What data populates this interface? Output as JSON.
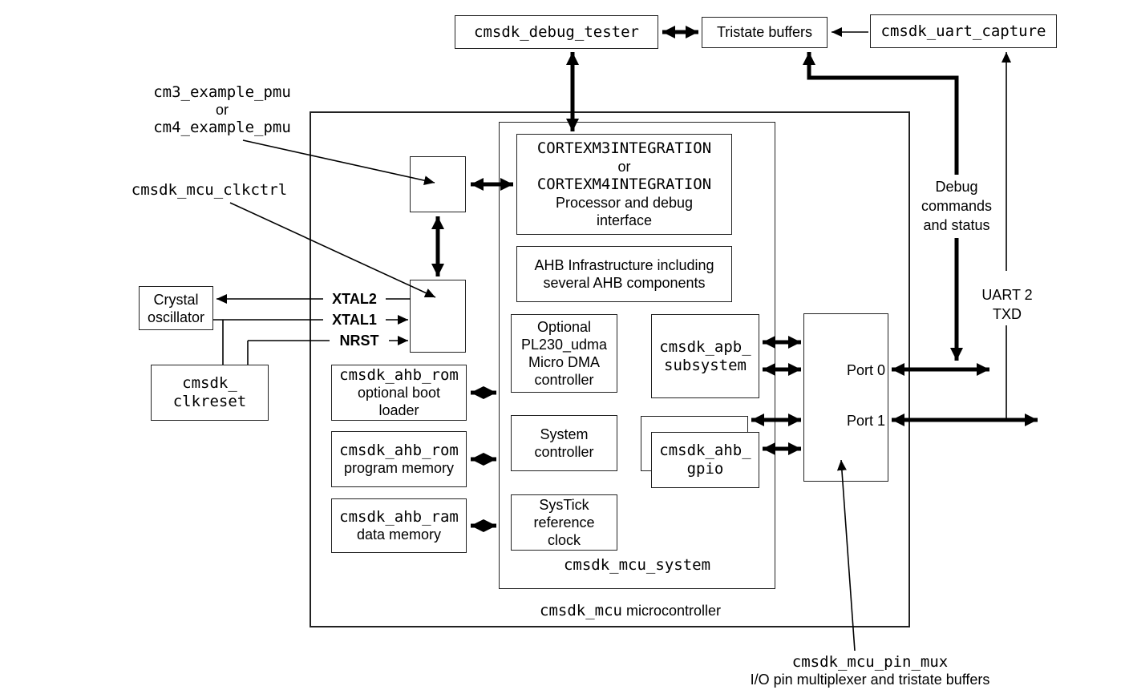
{
  "top": {
    "debug_tester": "cmsdk_debug_tester",
    "tristate": "Tristate buffers",
    "uart_capture": "cmsdk_uart_capture"
  },
  "labels": {
    "pmu": {
      "l1": "cm3_example_pmu",
      "l2": "or",
      "l3": "cm4_example_pmu"
    },
    "clkctrl": "cmsdk_mcu_clkctrl",
    "debug_cmd": {
      "l1": "Debug",
      "l2": "commands",
      "l3": "and status"
    },
    "uart": {
      "l1": "UART 2",
      "l2": "TXD"
    },
    "pinmux": {
      "name": "cmsdk_mcu_pin_mux",
      "desc": "I/O pin multiplexer and tristate buffers"
    },
    "signals": {
      "xtal2": "XTAL2",
      "xtal1": "XTAL1",
      "nrst": "NRST"
    }
  },
  "blocks": {
    "crystal": {
      "l1": "Crystal",
      "l2": "oscillator"
    },
    "clkreset": {
      "l1": "cmsdk_",
      "l2": "clkreset"
    },
    "cortex": {
      "l1": "CORTEXM3INTEGRATION",
      "l2": "or",
      "l3": "CORTEXM4INTEGRATION",
      "l4": "Processor and debug",
      "l5": "interface"
    },
    "ahb": {
      "l1": "AHB Infrastructure including",
      "l2": "several AHB components"
    },
    "rom_boot": {
      "l1": "cmsdk_ahb_rom",
      "l2": "optional boot",
      "l3": "loader"
    },
    "rom_prog": {
      "l1": "cmsdk_ahb_rom",
      "l2": "program memory"
    },
    "ram_data": {
      "l1": "cmsdk_ahb_ram",
      "l2": "data memory"
    },
    "dma": {
      "l1": "Optional",
      "l2": "PL230_udma",
      "l3": "Micro DMA",
      "l4": "controller"
    },
    "sysctrl": {
      "l1": "System",
      "l2": "controller"
    },
    "systick": {
      "l1": "SysTick",
      "l2": "reference",
      "l3": "clock"
    },
    "apb": {
      "l1": "cmsdk_apb_",
      "l2": "subsystem"
    },
    "gpio": {
      "l1": "cmsdk_ahb_",
      "l2": "gpio"
    },
    "port": {
      "p0": "Port 0",
      "p1": "Port 1"
    },
    "system_label": "cmsdk_mcu_system",
    "mcu_label_mono": "cmsdk_mcu",
    "mcu_label_sans": " microcontroller"
  },
  "colors": {
    "line": "#000000",
    "box_border": "#222222",
    "background": "#ffffff"
  }
}
